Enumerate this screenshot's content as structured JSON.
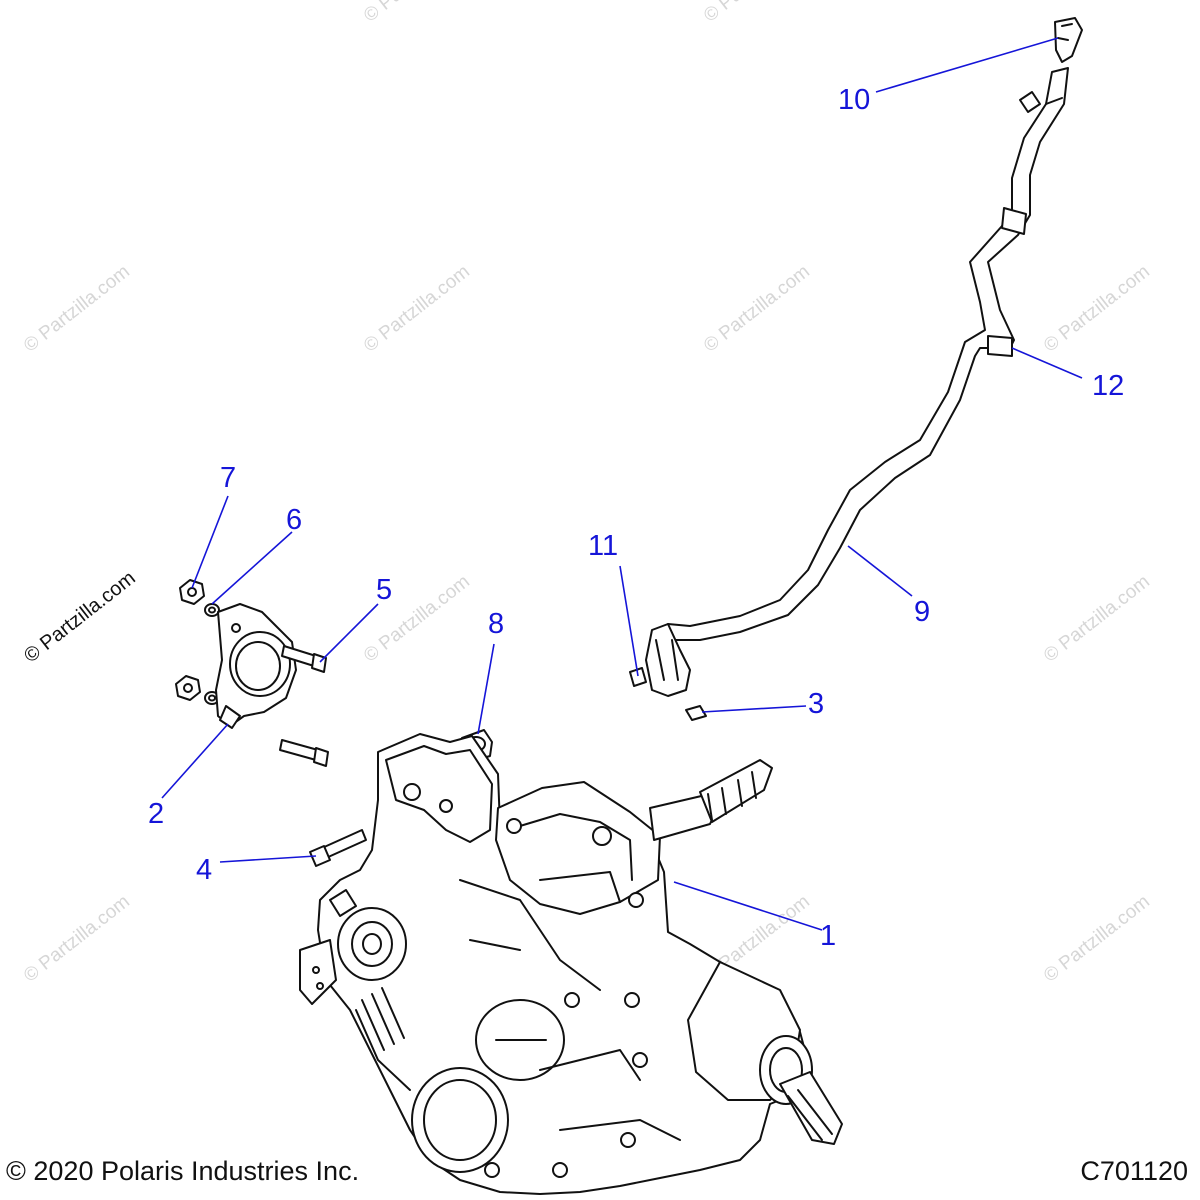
{
  "watermark": {
    "text": "© Partzilla.com"
  },
  "callouts": {
    "c1": "1",
    "c2": "2",
    "c3": "3",
    "c4": "4",
    "c5": "5",
    "c6": "6",
    "c7": "7",
    "c8": "8",
    "c9": "9",
    "c10": "10",
    "c11": "11",
    "c12": "12"
  },
  "footer": {
    "copyright": "© 2020 Polaris Industries Inc.",
    "drawing_id": "C701120"
  },
  "colors": {
    "callout": "#1515d8",
    "leader": "#1515d8",
    "linework": "#111111",
    "watermark": "#d6d6d6"
  }
}
